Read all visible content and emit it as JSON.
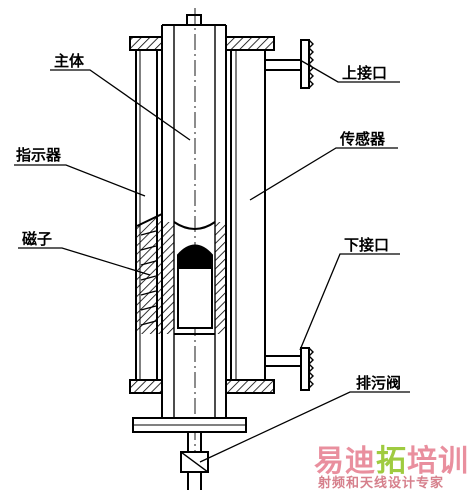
{
  "labels": {
    "main_body": "主体",
    "indicator": "指示器",
    "magnet": "磁子",
    "upper_port": "上接口",
    "sensor": "传感器",
    "lower_port": "下接口",
    "drain_valve": "排污阀"
  },
  "watermark": {
    "brand_part1": "易迪",
    "brand_part2": "拓",
    "brand_part3": "培训",
    "tagline": "射频和天线设计专家"
  },
  "colors": {
    "line": "#000000",
    "watermark_pink": "#e67c8e",
    "watermark_green": "#8fc31f"
  }
}
